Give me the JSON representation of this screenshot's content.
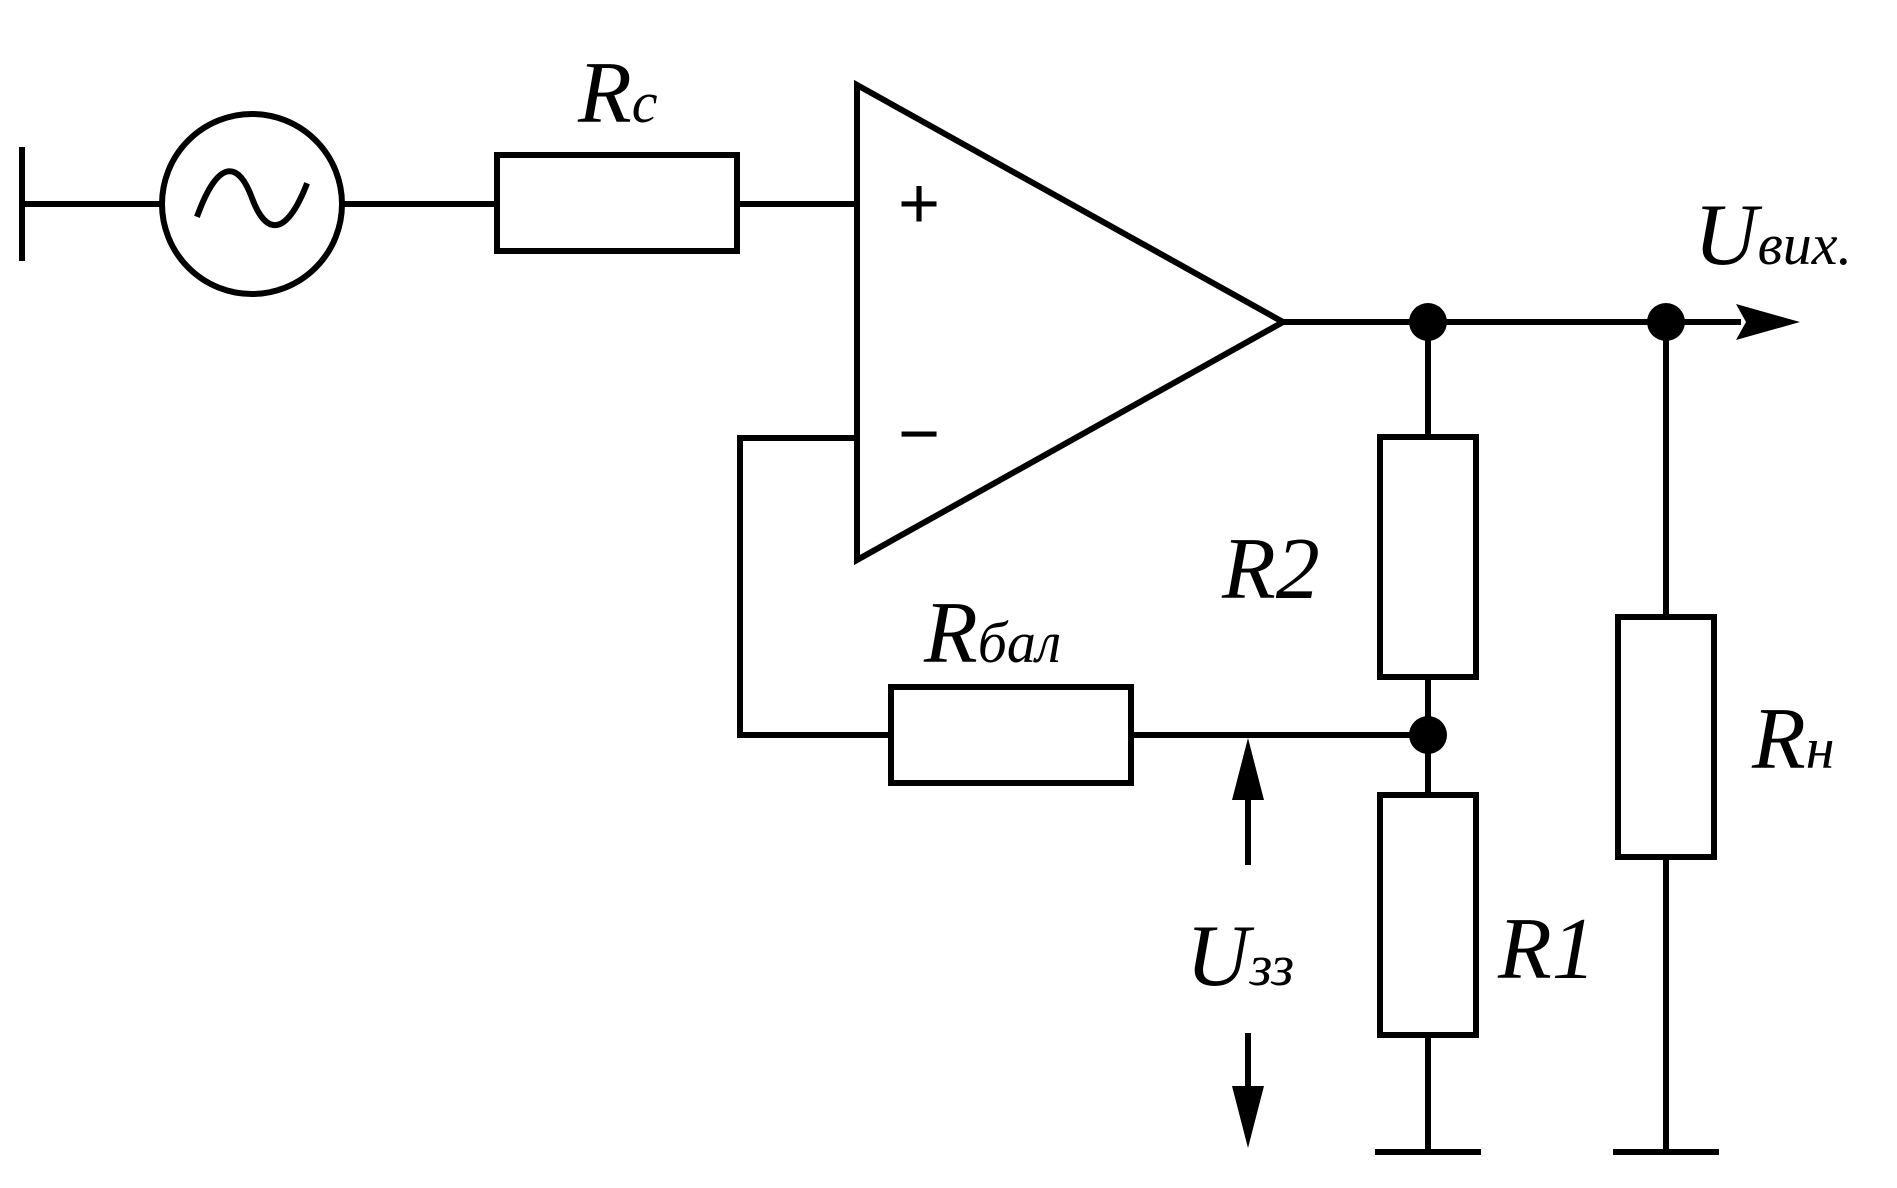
{
  "diagram": {
    "source_resistor": {
      "main": "R",
      "sub": "c"
    },
    "opamp": {
      "plus": "+",
      "minus": "−"
    },
    "output_voltage": {
      "main": "U",
      "sub": "вих."
    },
    "r2": {
      "main": "R2"
    },
    "r1": {
      "main": "R1"
    },
    "load_resistor": {
      "main": "R",
      "sub": "н"
    },
    "balance_resistor": {
      "main": "R",
      "sub": "бал"
    },
    "feedback_voltage": {
      "main": "U",
      "sub": "зз"
    }
  }
}
